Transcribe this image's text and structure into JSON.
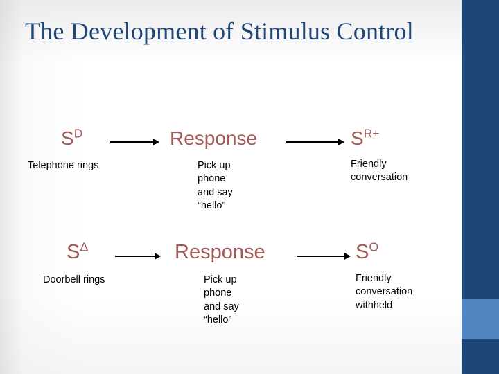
{
  "slide": {
    "title": "The Development of Stimulus Control",
    "title_color": "#1F4677",
    "background_color": "#FFFFFF",
    "accent_bar_color": "#1F4677",
    "accent_block_color": "#5085C2",
    "stage_label_color": "#A45B58",
    "body_text_color": "#000000"
  },
  "diagram": {
    "rows": [
      {
        "id": "row-1",
        "stages": [
          {
            "label_base": "S",
            "label_sup": "D",
            "label_full": "SD",
            "description": "Telephone rings"
          },
          {
            "label_base": "Response",
            "label_sup": "",
            "label_full": "Response",
            "description": "Pick up\nphone\nand say\n“hello”"
          },
          {
            "label_base": "S",
            "label_sup": "R+",
            "label_full": "SR+",
            "description": "Friendly\nconversation"
          }
        ],
        "connectors": [
          "arrow-right",
          "arrow-right"
        ]
      },
      {
        "id": "row-2",
        "stages": [
          {
            "label_base": "S",
            "label_sup": "Δ",
            "label_full": "SΔ",
            "description": "Doorbell rings"
          },
          {
            "label_base": "Response",
            "label_sup": "",
            "label_full": "Response",
            "description": "Pick up\nphone\nand say\n“hello”"
          },
          {
            "label_base": "S",
            "label_sup": "O",
            "label_full": "SO",
            "description": "Friendly\nconversation\nwithheld"
          }
        ],
        "connectors": [
          "arrow-right",
          "arrow-right"
        ]
      }
    ]
  }
}
